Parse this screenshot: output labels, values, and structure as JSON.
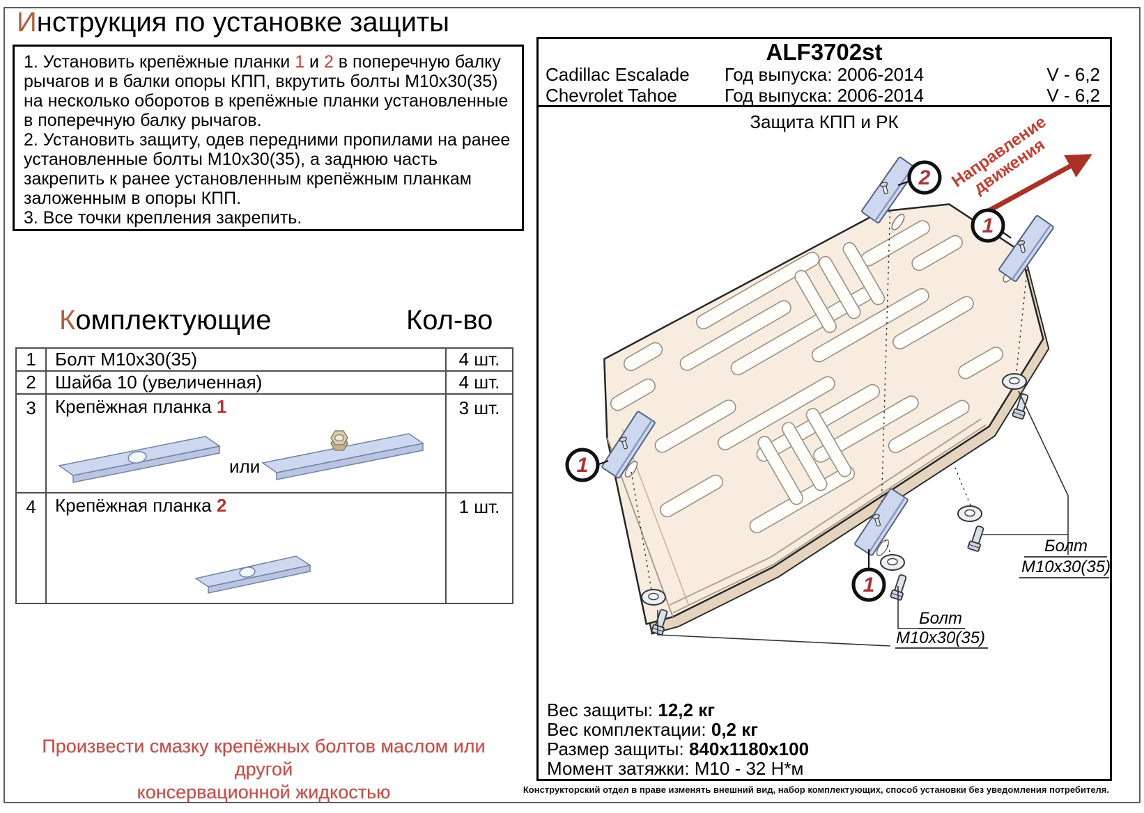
{
  "title": {
    "first_letter": "И",
    "rest": "нструкция по установке защиты"
  },
  "instructions": {
    "steps": [
      {
        "segments": [
          {
            "text": "1. Установить крепёжные планки "
          },
          {
            "text": "1"
          },
          {
            "text": " и "
          },
          {
            "text": "2"
          },
          {
            "text": " в поперечную балку рычагов и в балки опоры КПП, вкрутить болты М10х30(35) на несколько оборотов в крепёжные планки установленные в поперечную балку рычагов."
          }
        ]
      },
      {
        "segments": [
          {
            "text": "2. Установить защиту, одев передними пропилами на ранее установленные болты М10х30(35), а заднюю часть закрепить к ранее установленным крепёжным планкам заложенным в опоры КПП."
          }
        ]
      },
      {
        "segments": [
          {
            "text": "3. Все точки крепления закрепить."
          }
        ]
      }
    ]
  },
  "parts": {
    "title_first_letter": "К",
    "title_rest": "омплектующие",
    "qty_header": "Кол-во",
    "or_label": "или",
    "rows": [
      {
        "num": "1",
        "name": "Болт М10х30(35)",
        "name_suffix": "",
        "qty": "4 шт."
      },
      {
        "num": "2",
        "name": "Шайба 10 (увеличенная)",
        "name_suffix": "",
        "qty": "4 шт."
      },
      {
        "num": "3",
        "name": "Крепёжная планка ",
        "name_suffix": "1",
        "qty": "3 шт."
      },
      {
        "num": "4",
        "name": "Крепёжная планка ",
        "name_suffix": "2",
        "qty": "1 шт."
      }
    ]
  },
  "warning": {
    "line1": "Произвести смазку крепёжных болтов маслом или другой",
    "line2": "консервационной жидкостью"
  },
  "product": {
    "code": "ALF3702st",
    "vehicles": [
      {
        "model": "Cadillac Escalade",
        "years": "Год выпуска: 2006-2014",
        "engine": "V - 6,2"
      },
      {
        "model": "Chevrolet Tahoe",
        "years": "Год выпуска: 2006-2014",
        "engine": "V - 6,2"
      }
    ],
    "drawing_title": "Защита КПП и РК"
  },
  "drawing": {
    "direction_line1": "Направление",
    "direction_line2": "движения",
    "bolt_label_line1": "Болт",
    "bolt_label_line2": "М10х30(35)",
    "callout_strap1": "1",
    "callout_strap2": "2"
  },
  "specs": [
    {
      "label": "Вес защиты: ",
      "value": "12,2 кг"
    },
    {
      "label": "Вес комплектации: ",
      "value": "0,2 кг"
    },
    {
      "label": "Размер защиты: ",
      "value": "840x1180x100"
    },
    {
      "label": "Момент затяжки: ",
      "value": "М10 - 32 Н*м"
    }
  ],
  "footer": {
    "note": "Конструкторский отдел в праве изменять внешний вид, набор комплектующих, способ установки без уведомления потребителя."
  },
  "colors": {
    "accent_title": "#b2603f",
    "accent_red": "#c0453c",
    "warning_red": "#bf4e49",
    "strap_blue": "#cdd8f0",
    "plate_beige": "#f7ecdf",
    "arrow_red": "#a93226"
  }
}
